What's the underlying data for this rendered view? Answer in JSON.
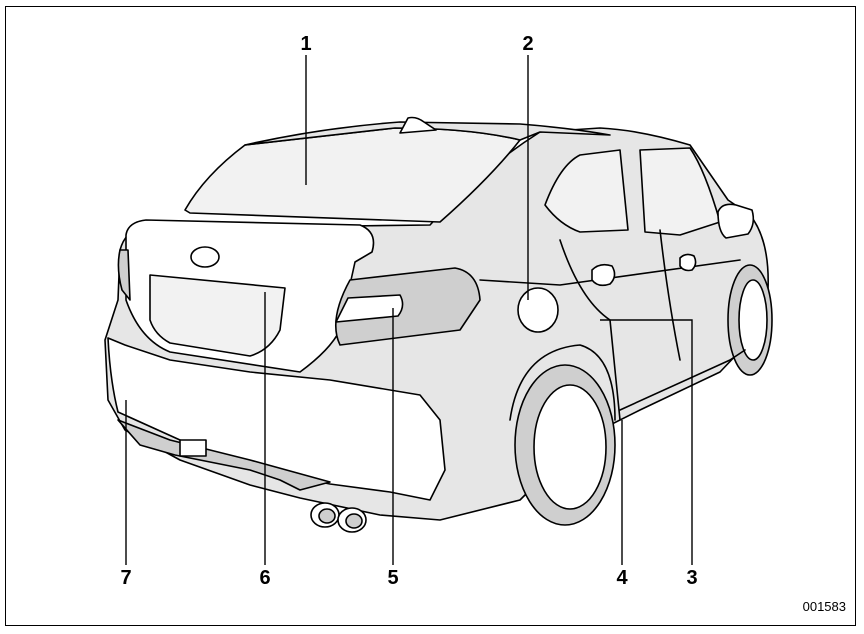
{
  "callouts": [
    {
      "id": "1",
      "label": "1"
    },
    {
      "id": "2",
      "label": "2"
    },
    {
      "id": "3",
      "label": "3"
    },
    {
      "id": "4",
      "label": "4"
    },
    {
      "id": "5",
      "label": "5"
    },
    {
      "id": "6",
      "label": "6"
    },
    {
      "id": "7",
      "label": "7"
    }
  ],
  "figure_id": "001583",
  "colors": {
    "line": "#000000",
    "body": "#e6e6e6",
    "background": "#ffffff"
  }
}
